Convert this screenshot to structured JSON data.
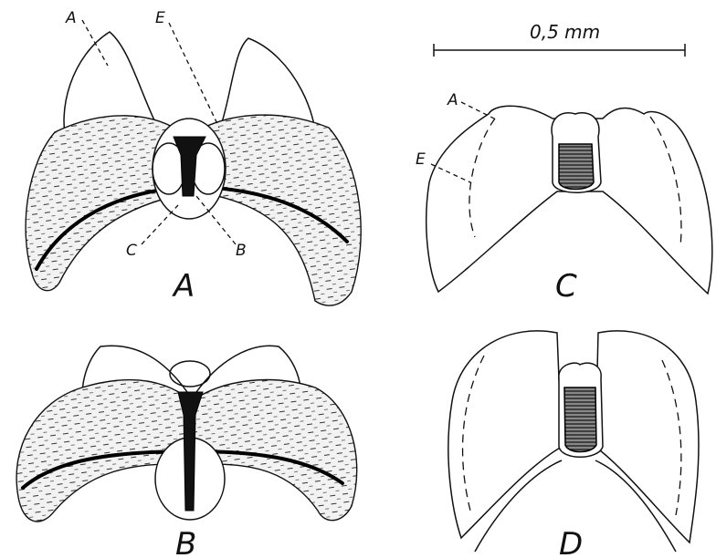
{
  "figure": {
    "scale_bar": {
      "label": "0,5 mm"
    },
    "panels": [
      {
        "id": "A",
        "label": "A",
        "callouts": [
          {
            "text": "A"
          },
          {
            "text": "E"
          },
          {
            "text": "C"
          },
          {
            "text": "B"
          }
        ]
      },
      {
        "id": "B",
        "label": "B",
        "callouts": []
      },
      {
        "id": "C",
        "label": "C",
        "callouts": [
          {
            "text": "A"
          },
          {
            "text": "E"
          }
        ]
      },
      {
        "id": "D",
        "label": "D",
        "callouts": []
      }
    ]
  }
}
